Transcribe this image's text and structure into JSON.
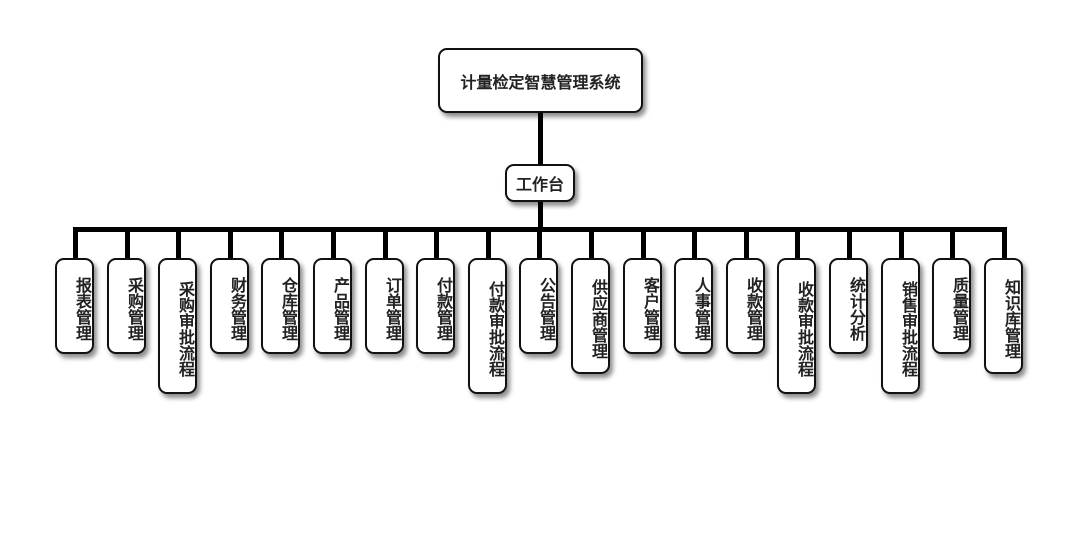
{
  "root": {
    "label": "计量检定智慧管理系统"
  },
  "hub": {
    "label": "工作台"
  },
  "children": [
    {
      "label": "报表管理"
    },
    {
      "label": "采购管理"
    },
    {
      "label": "采购审批流程"
    },
    {
      "label": "财务管理"
    },
    {
      "label": "仓库管理"
    },
    {
      "label": "产品管理"
    },
    {
      "label": "订单管理"
    },
    {
      "label": "付款管理"
    },
    {
      "label": "付款审批流程"
    },
    {
      "label": "公告管理"
    },
    {
      "label": "供应商管理"
    },
    {
      "label": "客户管理"
    },
    {
      "label": "人事管理"
    },
    {
      "label": "收款管理"
    },
    {
      "label": "收款审批流程"
    },
    {
      "label": "统计分析"
    },
    {
      "label": "销售审批流程"
    },
    {
      "label": "质量管理"
    },
    {
      "label": "知识库管理"
    }
  ],
  "colors": {
    "line": "#000000",
    "border": "#111111",
    "text": "#222222",
    "fill": "#ffffff"
  }
}
